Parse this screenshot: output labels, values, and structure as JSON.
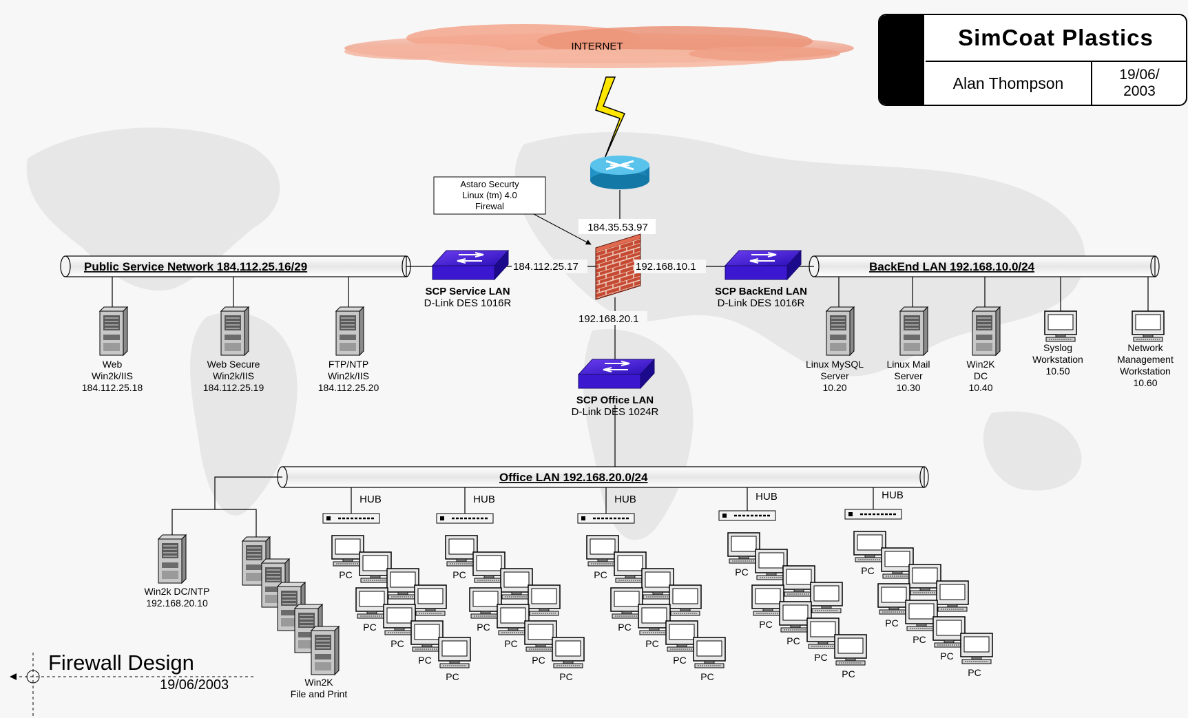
{
  "title_block": {
    "company": "SimCoat Plastics",
    "author": "Alan Thompson",
    "date": "19/06/\n2003"
  },
  "footer": {
    "title": "Firewall Design",
    "date": "19/06/2003"
  },
  "internet": {
    "label": "INTERNET"
  },
  "firewall_note": {
    "lines": [
      "Astaro Securty",
      "Linux (tm) 4.0",
      "Firewal"
    ]
  },
  "ip_labels": {
    "router_wan": "184.35.53.97",
    "fw_public": "184.112.25.17",
    "fw_backend": "192.168.10.1",
    "fw_office": "192.168.20.1"
  },
  "networks": {
    "public": "Public Service Network  184.112.25.16/29",
    "backend": "BackEnd LAN  192.168.10.0/24",
    "office": "Office LAN  192.168.20.0/24"
  },
  "switches": {
    "service": {
      "name": "SCP Service LAN",
      "model": "D-Link DES 1016R"
    },
    "backend": {
      "name": "SCP BackEnd LAN",
      "model": "D-Link DES 1016R"
    },
    "office": {
      "name": "SCP Office LAN",
      "model": "D-Link DES 1024R"
    }
  },
  "public_servers": [
    {
      "lines": [
        "Web",
        "Win2k/IIS",
        "184.112.25.18"
      ]
    },
    {
      "lines": [
        "Web Secure",
        "Win2k/IIS",
        "184.112.25.19"
      ]
    },
    {
      "lines": [
        "FTP/NTP",
        "Win2k/IIS",
        "184.112.25.20"
      ]
    }
  ],
  "backend_devices": [
    {
      "kind": "server",
      "lines": [
        "Linux MySQL",
        "Server",
        "10.20"
      ]
    },
    {
      "kind": "server",
      "lines": [
        "Linux Mail",
        "Server",
        "10.30"
      ]
    },
    {
      "kind": "server",
      "lines": [
        "Win2K",
        "DC",
        "10.40"
      ]
    },
    {
      "kind": "workstation",
      "lines": [
        "Syslog",
        "Workstation",
        "10.50"
      ]
    },
    {
      "kind": "workstation",
      "lines": [
        "Network",
        "Management",
        "Workstation",
        "10.60"
      ]
    }
  ],
  "office_servers": [
    {
      "lines": [
        "Win2k DC/NTP",
        "192.168.20.10"
      ]
    },
    {
      "lines": [
        "Win2K",
        "File and Print"
      ]
    }
  ],
  "hub_label": "HUB",
  "pc_label": "PC",
  "hub_count": 5,
  "pcs_per_hub": 8
}
